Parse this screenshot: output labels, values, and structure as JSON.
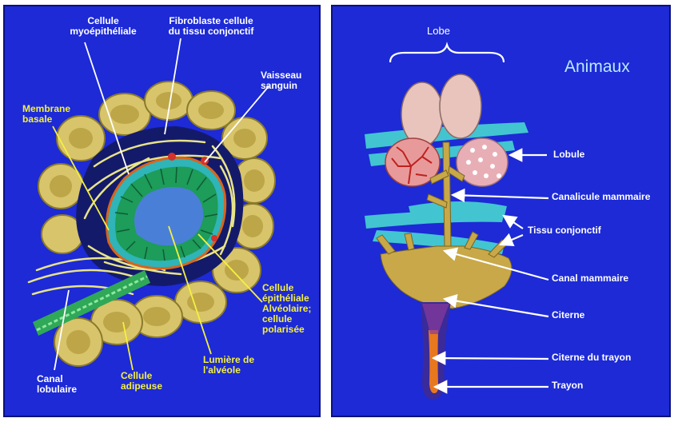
{
  "left_panel": {
    "labels": {
      "cellule_myoepitheliale": "Cellule\nmyoépithéliale",
      "fibroblaste": "Fibroblaste cellule\ndu tissu conjonctif",
      "vaisseau": "Vaisseau\nsanguin",
      "membrane": "Membrane\nbasale",
      "cellule_epitheliale": "Cellule\népithéliale\nAlvéolaire;\ncellule\npolarisée",
      "lumiere": "Lumière de\nl'alvéole",
      "canal_lobulaire": "Canal\nlobulaire",
      "cellule_adipeuse": "Cellule\nadipeuse"
    }
  },
  "right_panel": {
    "title": "Animaux",
    "labels": {
      "lobe": "Lobe",
      "lobule": "Lobule",
      "canalicule": "Canalicule mammaire",
      "tissu": "Tissu conjonctif",
      "canal": "Canal mammaire",
      "citerne": "Citerne",
      "citerne_trayon": "Citerne du trayon",
      "trayon": "Trayon"
    }
  },
  "colors": {
    "background": "#1d2ad6",
    "border": "#0b117a",
    "label_white": "#ffffff",
    "label_yellow": "#f4f040",
    "title": "#b9e9ff"
  }
}
